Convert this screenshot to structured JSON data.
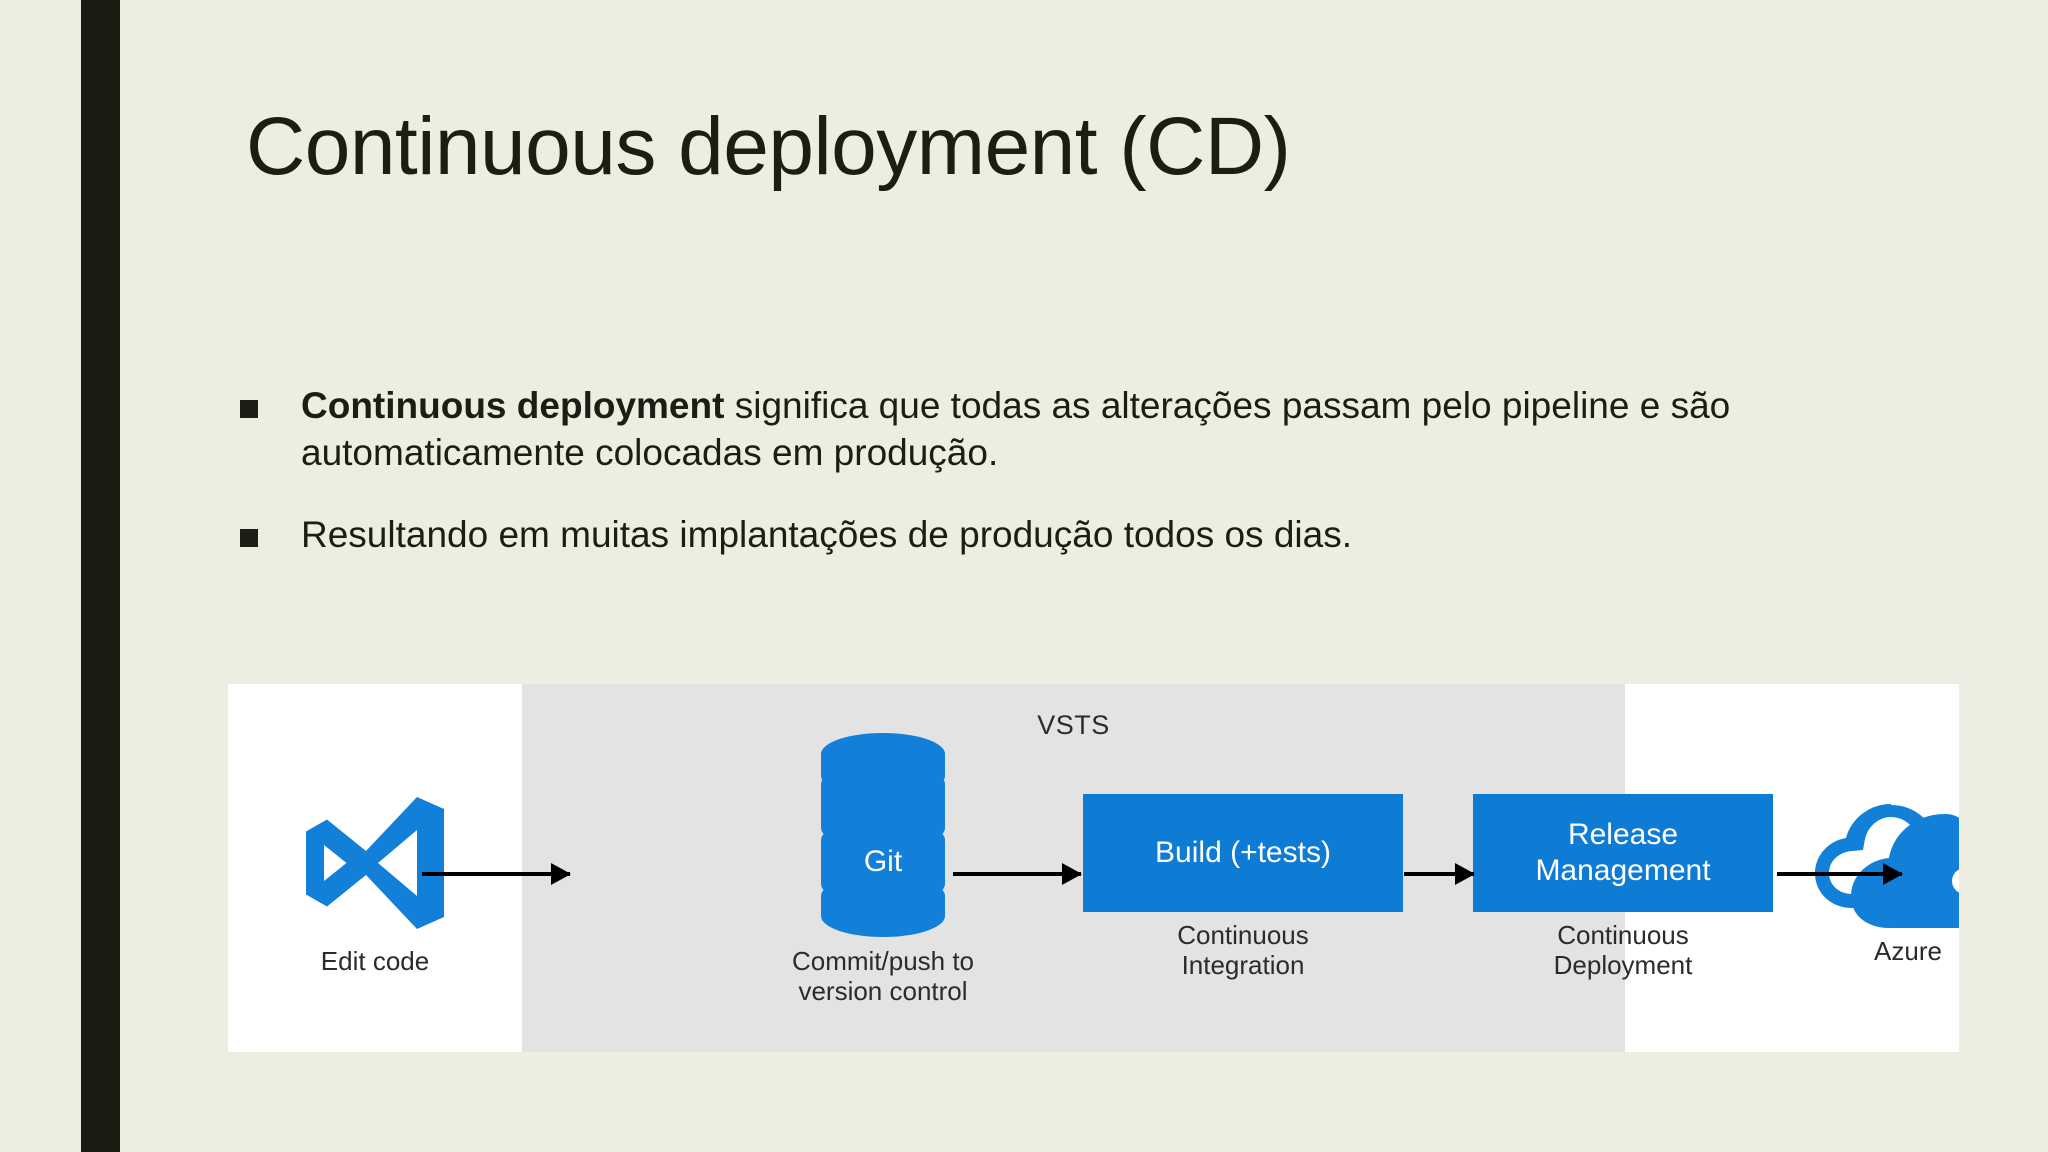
{
  "slide": {
    "title": "Continuous deployment (CD)",
    "background_color": "#EDEDE1",
    "accent_bar_color": "#1B1B11",
    "text_color": "#1D1D14"
  },
  "bullets": [
    {
      "marker": "square-bullet",
      "bold_lead": "Continuous deployment",
      "rest": " significa que todas as alterações passam pelo pipeline e são automaticamente colocadas em produção."
    },
    {
      "marker": "square-bullet",
      "bold_lead": "",
      "rest": "Resultando em muitas implantações de produção todos os dias."
    }
  ],
  "diagram": {
    "band_label": "VSTS",
    "band_color": "#E3E3E3",
    "panel_color": "#FFFFFF",
    "accent_blue": "#0E7BD4",
    "nodes": [
      {
        "id": "edit-code",
        "icon": "visual-studio-icon",
        "box_label": "",
        "caption": "Edit code"
      },
      {
        "id": "git",
        "icon": "database-cylinder-icon",
        "box_label": "Git",
        "caption": "Commit/push to\nversion control"
      },
      {
        "id": "build",
        "icon": "",
        "box_label": "Build (+tests)",
        "caption": "Continuous\nIntegration"
      },
      {
        "id": "release",
        "icon": "",
        "box_label": "Release\nManagement",
        "caption": "Continuous\nDeployment"
      },
      {
        "id": "azure",
        "icon": "azure-cloud-icon",
        "box_label": "",
        "caption": "Azure"
      }
    ],
    "arrows": [
      "arrow-edit-to-git",
      "arrow-git-to-build",
      "arrow-build-to-release",
      "arrow-release-to-azure"
    ]
  }
}
